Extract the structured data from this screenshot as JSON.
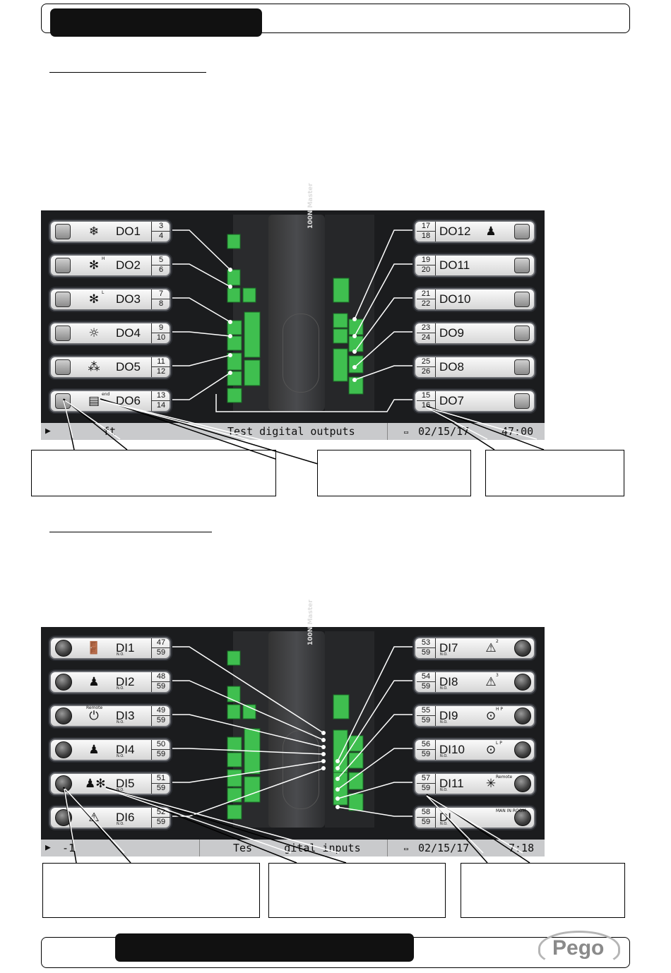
{
  "outputs_panel": {
    "left_rows": [
      {
        "label": "DO1",
        "t1": "3",
        "t2": "4",
        "icon": "snowflake-icon",
        "glyph": "❄",
        "sup": ""
      },
      {
        "label": "DO2",
        "t1": "5",
        "t2": "6",
        "icon": "fan-high-icon",
        "glyph": "✻",
        "sup": "H"
      },
      {
        "label": "DO3",
        "t1": "7",
        "t2": "8",
        "icon": "fan-low-icon",
        "glyph": "✻",
        "sup": "L"
      },
      {
        "label": "DO4",
        "t1": "9",
        "t2": "10",
        "icon": "light-icon",
        "glyph": "☼",
        "sup": ""
      },
      {
        "label": "DO5",
        "t1": "11",
        "t2": "12",
        "icon": "defrost-icon",
        "glyph": "⁂",
        "sup": ""
      },
      {
        "label": "DO6",
        "t1": "13",
        "t2": "14",
        "icon": "door-end-icon",
        "glyph": "▤",
        "sup": "end"
      }
    ],
    "right_rows": [
      {
        "label": "DO12",
        "t1": "17",
        "t2": "18",
        "icon": "alarm-person-icon",
        "glyph": "♟"
      },
      {
        "label": "DO11",
        "t1": "19",
        "t2": "20",
        "icon": "",
        "glyph": ""
      },
      {
        "label": "DO10",
        "t1": "21",
        "t2": "22",
        "icon": "",
        "glyph": ""
      },
      {
        "label": "DO9",
        "t1": "23",
        "t2": "24",
        "icon": "",
        "glyph": ""
      },
      {
        "label": "DO8",
        "t1": "25",
        "t2": "26",
        "icon": "",
        "glyph": ""
      },
      {
        "label": "DO7",
        "t1": "15",
        "t2": "16",
        "icon": "",
        "glyph": ""
      }
    ],
    "status_left": "ft",
    "status_center": "Test digital outputs",
    "status_right": "02/15/17",
    "status_time": "47:00"
  },
  "inputs_panel": {
    "left_rows": [
      {
        "label": "DI1",
        "t1": "47",
        "t2": "59",
        "icon": "door-icon",
        "glyph": "🚪",
        "top": ""
      },
      {
        "label": "DI2",
        "t1": "48",
        "t2": "59",
        "icon": "man-in-room-icon",
        "glyph": "♟",
        "top": ""
      },
      {
        "label": "DI3",
        "t1": "49",
        "t2": "59",
        "icon": "remote-power-icon",
        "glyph": "⏻",
        "top": "Remote"
      },
      {
        "label": "DI4",
        "t1": "50",
        "t2": "59",
        "icon": "person-block-icon",
        "glyph": "♟",
        "top": ""
      },
      {
        "label": "DI5",
        "t1": "51",
        "t2": "59",
        "icon": "person-fan-icon",
        "glyph": "♟✻",
        "top": ""
      },
      {
        "label": "DI6",
        "t1": "52",
        "t2": "59",
        "icon": "alarm-1-icon",
        "glyph": "⚠",
        "top": ""
      }
    ],
    "right_rows": [
      {
        "label": "DI7",
        "t1": "53",
        "t2": "59",
        "icon": "alarm-2-icon",
        "glyph": "⚠",
        "sup": "2"
      },
      {
        "label": "DI8",
        "t1": "54",
        "t2": "59",
        "icon": "alarm-3-icon",
        "glyph": "⚠",
        "sup": "3"
      },
      {
        "label": "DI9",
        "t1": "55",
        "t2": "59",
        "icon": "high-pressure-icon",
        "glyph": "⊙",
        "sup": "H P"
      },
      {
        "label": "DI10",
        "t1": "56",
        "t2": "59",
        "icon": "low-pressure-icon",
        "glyph": "⊙",
        "sup": "L P"
      },
      {
        "label": "DI11",
        "t1": "57",
        "t2": "59",
        "icon": "remote-defrost-icon",
        "glyph": "✳",
        "sup": "Remote"
      },
      {
        "label": "DI",
        "t1": "58",
        "t2": "59",
        "icon": "man-in-room-text-icon",
        "glyph": "",
        "sup": "MAN IN ROOM"
      }
    ],
    "no_label": "N.O.",
    "status_left": "-1",
    "status_center": "Tes     gital inputs",
    "status_right": "02/15/17",
    "status_time": "7:18"
  },
  "controller_label": "100N Master",
  "footer": {
    "logo": "Pego"
  }
}
